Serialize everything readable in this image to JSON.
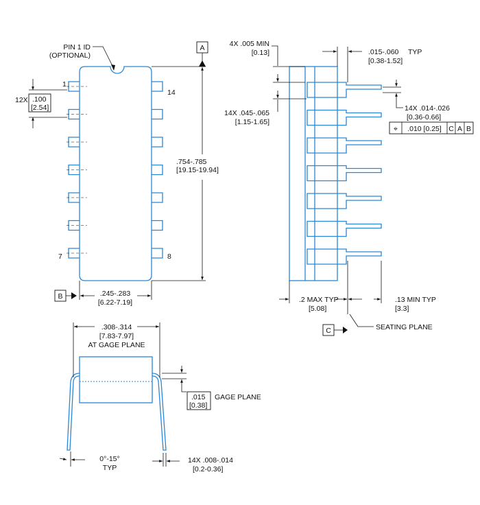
{
  "top_view": {
    "pin1_id": "PIN 1 ID",
    "pin1_optional": "(OPTIONAL)",
    "pin_labels": {
      "p1": "1",
      "p7": "7",
      "p8": "8",
      "p14": "14"
    },
    "pitch_count": "12X",
    "pitch_in": ".100",
    "pitch_mm": "[2.54]",
    "datum_a": "A",
    "datum_b": "B",
    "length_in": ".754-.785",
    "length_mm": "[19.15-19.94]",
    "width_in": ".245-.283",
    "width_mm": "[6.22-7.19]"
  },
  "side_view": {
    "standoff_count_in": "4X .005 MIN",
    "standoff_mm": "[0.13]",
    "shoulder_in": ".015-.060",
    "shoulder_typ": "TYP",
    "shoulder_mm": "[0.38-1.52]",
    "lead_width_in": "14X .045-.065",
    "lead_width_mm": "[1.15-1.65]",
    "lead_thk_in": "14X .014-.026",
    "lead_thk_mm": "[0.36-0.66]",
    "tolerance": {
      "symbol": "⌖",
      "value": ".010 [0.25]",
      "ref1": "C",
      "ref2": "A",
      "ref3": "B"
    },
    "height_in": ".2 MAX TYP",
    "height_mm": "[5.08]",
    "lead_len_in": ".13 MIN TYP",
    "lead_len_mm": "[3.3]",
    "datum_c": "C",
    "seating_plane": "SEATING PLANE"
  },
  "end_view": {
    "span_in": ".308-.314",
    "span_mm": "[7.83-7.97]",
    "span_note": "AT GAGE PLANE",
    "gage_in": ".015",
    "gage_mm": "[0.38]",
    "gage_label": "GAGE PLANE",
    "angle": "0°-15°",
    "angle_typ": "TYP",
    "lead_tip_in": "14X .008-.014",
    "lead_tip_mm": "[0.2-0.36]"
  }
}
